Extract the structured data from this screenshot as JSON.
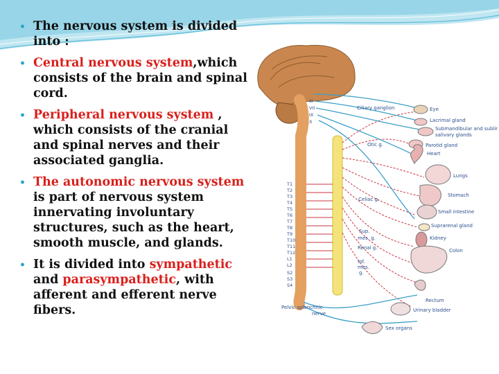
{
  "slide": {
    "bullets": [
      {
        "parts": [
          {
            "text": "The nervous system is divided into :",
            "red": false
          }
        ]
      },
      {
        "parts": [
          {
            "text": "Central nervous system",
            "red": true
          },
          {
            "text": ",which consists of the brain and spinal cord.",
            "red": false
          }
        ]
      },
      {
        "parts": [
          {
            "text": "Peripheral nervous system",
            "red": true
          },
          {
            "text": " , which consists of the cranial and spinal nerves and their associated ganglia.",
            "red": false
          }
        ]
      },
      {
        "parts": [
          {
            "text": "The autonomic nervous system",
            "red": true
          },
          {
            "text": " is part of nervous system innervating involuntary structures, such as the heart, smooth muscle, and glands.",
            "red": false
          }
        ]
      },
      {
        "parts": [
          {
            "text": "It is divided into ",
            "red": false
          },
          {
            "text": "sympathetic",
            "red": true
          },
          {
            "text": " and ",
            "red": false
          },
          {
            "text": "parasympathetic",
            "red": true
          },
          {
            "text": ", with afferent and efferent nerve fibers.",
            "red": false
          }
        ]
      }
    ]
  },
  "figure": {
    "organ_labels": [
      "Ciliary ganglion",
      "Eye",
      "Lacrimal gland",
      "Submandibular and sublingual",
      "salivary glands",
      "Parotid gland",
      "Otic g.",
      "Heart",
      "Lungs",
      "Stomach",
      "Small intestine",
      "Celiac g.",
      "Suprarenal gland",
      "Kidney",
      "Sup.",
      "mes. g.",
      "Renal g.",
      "Colon",
      "Inf.",
      "mes.",
      "g.",
      "Rectum",
      "Urinary bladder",
      "Pelvic splanchnic",
      "nerve",
      "Sex organs"
    ],
    "cranial_labels": [
      "III",
      "VII",
      "IX",
      "X"
    ],
    "segment_labels": [
      "T1",
      "T2",
      "T3",
      "T4",
      "T5",
      "T6",
      "T7",
      "T8",
      "T9",
      "T10",
      "T11",
      "T12",
      "L1",
      "L2",
      "S2",
      "S3",
      "S4"
    ]
  },
  "colors": {
    "accent": "#2aa6c9",
    "highlight": "#d8201c",
    "sympathetic": "#c8343f",
    "parasympathetic": "#3b9fc7",
    "label": "#2b4e8c"
  }
}
